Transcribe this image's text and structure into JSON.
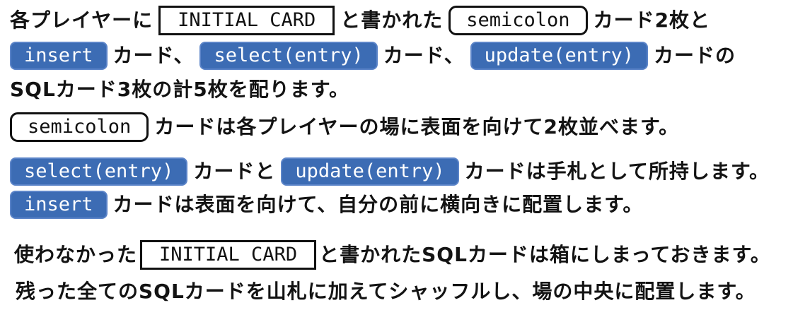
{
  "page": {
    "background": "#FFFFFF",
    "text_color": "#131313"
  },
  "colors": {
    "badge_blue_bg": "#3C6CB4",
    "badge_blue_border": "#5B84C8",
    "badge_blue_text": "#FFFFFF",
    "badge_white_bg": "#FFFFFF",
    "badge_dark_border": "#111111"
  },
  "lines": [
    {
      "name": "line-1",
      "segments": [
        {
          "type": "text",
          "text": "各プレイヤーに"
        },
        {
          "type": "badge",
          "style": "white-square",
          "name": "badge-initial-card",
          "text": "INITIAL CARD"
        },
        {
          "type": "text",
          "text": "と書かれた"
        },
        {
          "type": "badge",
          "style": "white-round",
          "name": "badge-semicolon",
          "text": "semicolon"
        },
        {
          "type": "text",
          "text": "カード2枚と"
        }
      ]
    },
    {
      "name": "line-2",
      "segments": [
        {
          "type": "badge",
          "style": "blue",
          "name": "badge-insert",
          "text": "insert"
        },
        {
          "type": "text",
          "text": "カード、"
        },
        {
          "type": "badge",
          "style": "blue",
          "name": "badge-select-entry",
          "text": "select(entry)"
        },
        {
          "type": "text",
          "text": "カード、"
        },
        {
          "type": "badge",
          "style": "blue",
          "name": "badge-update-entry",
          "text": "update(entry)"
        },
        {
          "type": "text",
          "text": "カードの"
        }
      ]
    },
    {
      "name": "line-3",
      "segments": [
        {
          "type": "text",
          "text": "SQLカード3枚の計5枚を配ります。"
        }
      ]
    },
    {
      "name": "line-4",
      "segments": [
        {
          "type": "badge",
          "style": "white-round",
          "name": "badge-semicolon",
          "text": "semicolon"
        },
        {
          "type": "text",
          "text": "カードは各プレイヤーの場に表面を向けて2枚並べます。"
        }
      ]
    },
    {
      "name": "line-5",
      "segments": [
        {
          "type": "badge",
          "style": "blue",
          "name": "badge-select-entry",
          "text": "select(entry)"
        },
        {
          "type": "text",
          "text": "カードと"
        },
        {
          "type": "badge",
          "style": "blue",
          "name": "badge-update-entry",
          "text": "update(entry)"
        },
        {
          "type": "text",
          "text": "カードは手札として所持します。"
        }
      ]
    },
    {
      "name": "line-6",
      "segments": [
        {
          "type": "badge",
          "style": "blue",
          "name": "badge-insert",
          "text": "insert"
        },
        {
          "type": "text",
          "text": "カードは表面を向けて、自分の前に横向きに配置します。"
        }
      ]
    },
    {
      "name": "line-7",
      "segments": [
        {
          "type": "text",
          "text": "使わなかった"
        },
        {
          "type": "badge",
          "style": "white-square",
          "name": "badge-initial-card",
          "text": "INITIAL CARD"
        },
        {
          "type": "text",
          "text": "と書かれたSQLカードは箱にしまっておきます。"
        }
      ]
    },
    {
      "name": "line-8",
      "segments": [
        {
          "type": "text",
          "text": "残った全てのSQLカードを山札に加えてシャッフルし、場の中央に配置します。"
        }
      ]
    }
  ]
}
